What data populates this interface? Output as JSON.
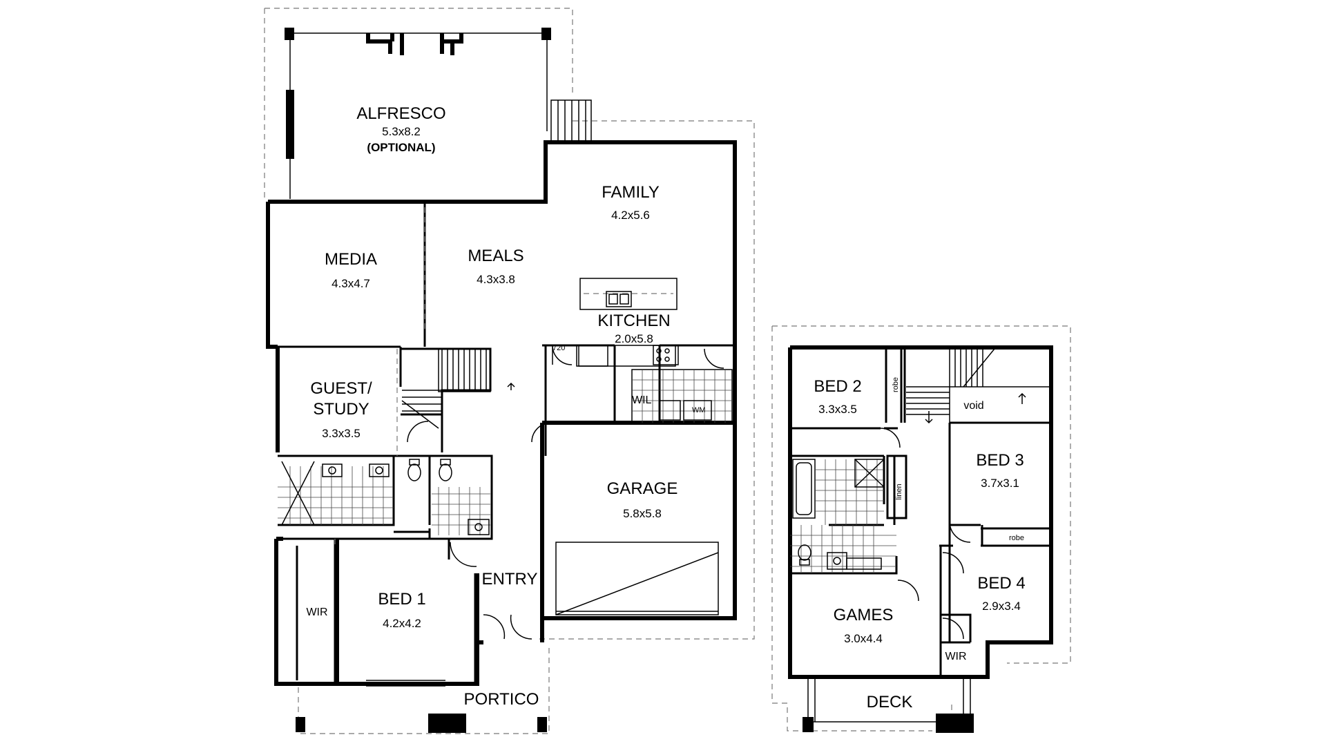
{
  "ground_floor": {
    "alfresco": {
      "name": "ALFRESCO",
      "size": "5.3x8.2",
      "note": "(OPTIONAL)"
    },
    "family": {
      "name": "FAMILY",
      "size": "4.2x5.6"
    },
    "media": {
      "name": "MEDIA",
      "size": "4.3x4.7"
    },
    "meals": {
      "name": "MEALS",
      "size": "4.3x3.8"
    },
    "kitchen": {
      "name": "KITCHEN",
      "size": "2.0x5.8"
    },
    "pantry_width": "720",
    "wil": "WIL",
    "wm": "WM",
    "guest_study": {
      "name_line1": "GUEST/",
      "name_line2": "STUDY",
      "size": "3.3x3.5"
    },
    "garage": {
      "name": "GARAGE",
      "size": "5.8x5.8"
    },
    "entry": "ENTRY",
    "bed1": {
      "name": "BED 1",
      "size": "4.2x4.2"
    },
    "wir": "WIR",
    "portico": "PORTICO"
  },
  "upper_floor": {
    "bed2": {
      "name": "BED 2",
      "size": "3.3x3.5"
    },
    "robe_vertical": "robe",
    "void": "void",
    "bed3": {
      "name": "BED 3",
      "size": "3.7x3.1"
    },
    "linen": "linen",
    "robe_horizontal": "robe",
    "bed4": {
      "name": "BED 4",
      "size": "2.9x3.4"
    },
    "games": {
      "name": "GAMES",
      "size": "3.0x4.4"
    },
    "wir": "WIR",
    "deck": "DECK"
  },
  "icons": [
    "door-swing-icon",
    "sink-icon",
    "toilet-icon",
    "bathtub-icon",
    "stove-icon",
    "stair-arrow-icon"
  ],
  "colors": {
    "walls": "#000000",
    "background": "#ffffff",
    "outline_dashed": "#777777"
  }
}
